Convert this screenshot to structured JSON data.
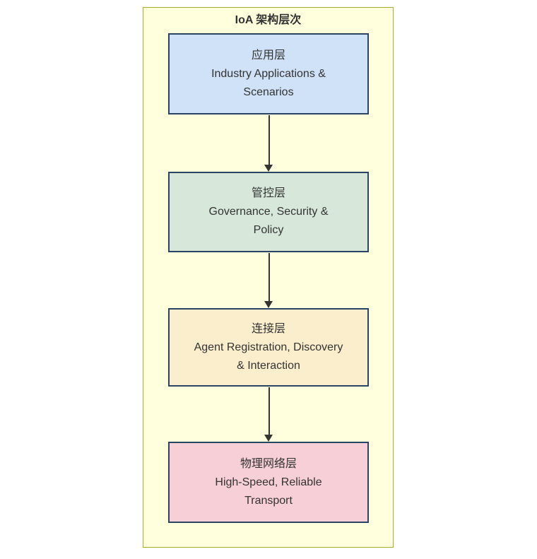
{
  "diagram": {
    "title": "IoA 架构层次",
    "colors": {
      "page_background": "#ffffff",
      "container_fill": "#ffffde",
      "container_border": "#aaaa33",
      "node_border": "#2a4563",
      "arrow": "#333333",
      "text": "#333333"
    },
    "nodes": [
      {
        "id": "application-layer",
        "label": "应用层",
        "description": "Industry Applications & Scenarios",
        "fill": "#cfe2f7"
      },
      {
        "id": "governance-layer",
        "label": "管控层",
        "description": "Governance, Security & Policy",
        "fill": "#d7e8da"
      },
      {
        "id": "connection-layer",
        "label": "连接层",
        "description": "Agent Registration, Discovery & Interaction",
        "fill": "#faeecd"
      },
      {
        "id": "physical-network-layer",
        "label": "物理网络层",
        "description": "High-Speed, Reliable Transport",
        "fill": "#f6d0d6"
      }
    ]
  }
}
